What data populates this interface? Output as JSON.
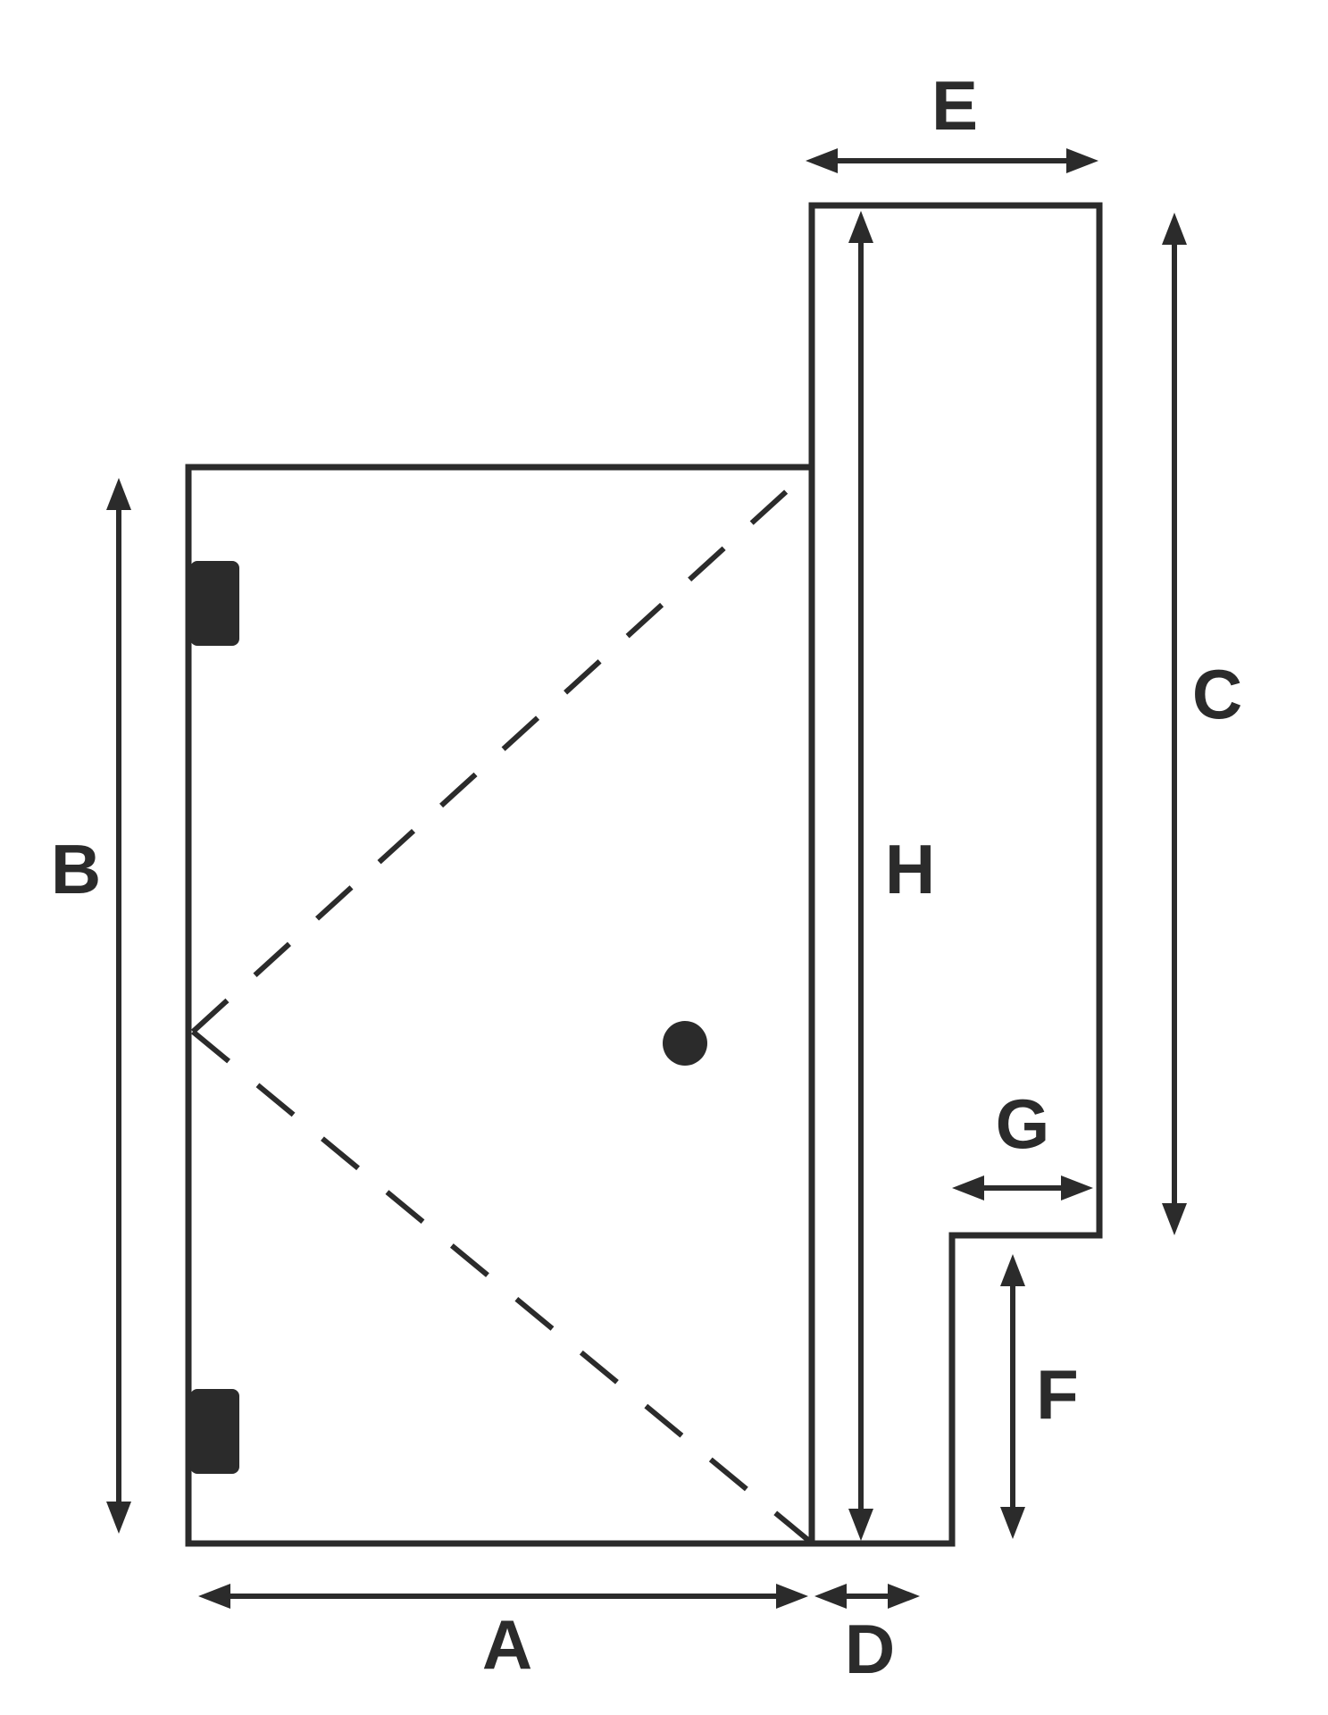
{
  "diagram": {
    "colors": {
      "line": "#2b2b2b",
      "background": "#ffffff"
    },
    "dimensions": {
      "A": "A",
      "B": "B",
      "C": "C",
      "D": "D",
      "E": "E",
      "F": "F",
      "G": "G",
      "H": "H"
    }
  }
}
